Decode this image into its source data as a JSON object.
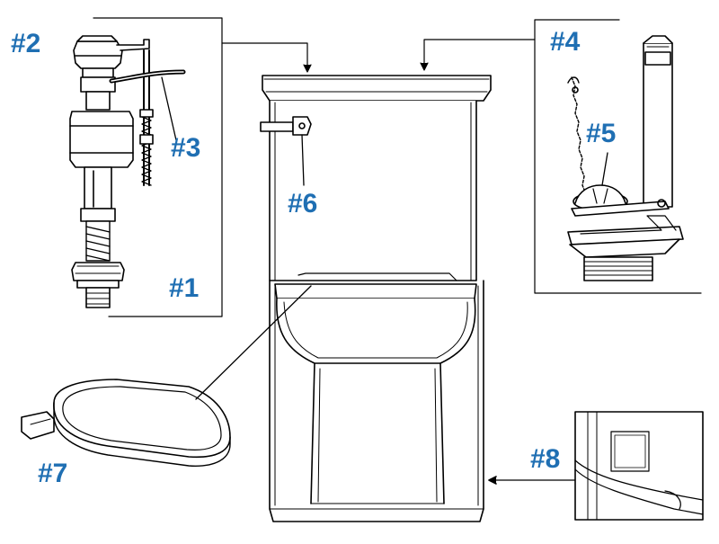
{
  "diagram": {
    "label_color": "#1f6fb3",
    "line_color": "#000000",
    "labels": {
      "fill_valve": "#1",
      "fill_valve_cap": "#2",
      "refill_tube": "#3",
      "tank_lid": "#4",
      "flapper": "#5",
      "trip_lever": "#6",
      "seat": "#7",
      "bowl_detail": "#8"
    }
  }
}
